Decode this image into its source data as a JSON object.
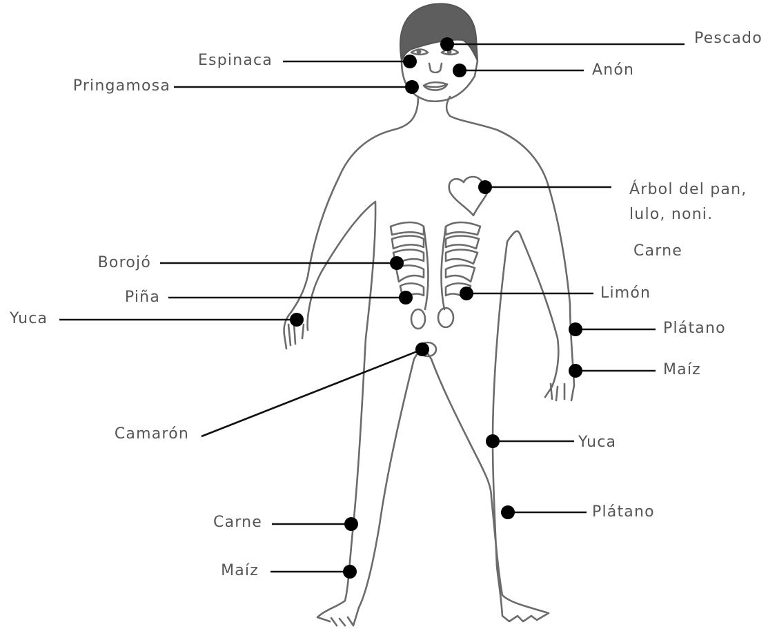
{
  "labels": {
    "pescado": "Pescado",
    "espinaca": "Espinaca",
    "anon": "Anón",
    "pringamosa": "Pringamosa",
    "arbol_line1": "Árbol del pan,",
    "arbol_line2": "lulo, noni.",
    "carne_right": "Carne",
    "borojo": "Borojó",
    "pina": "Piña",
    "limon": "Limón",
    "yuca_left": "Yuca",
    "platano_arm": "Plátano",
    "maiz_hand": "Maíz",
    "camaron": "Camarón",
    "yuca_leg": "Yuca",
    "platano_leg": "Plátano",
    "carne_leg": "Carne",
    "maiz_leg": "Maíz"
  },
  "colors": {
    "outline": "#6b6b6b",
    "hair": "#5e5e5e",
    "dot": "#000000",
    "text": "#555555"
  }
}
